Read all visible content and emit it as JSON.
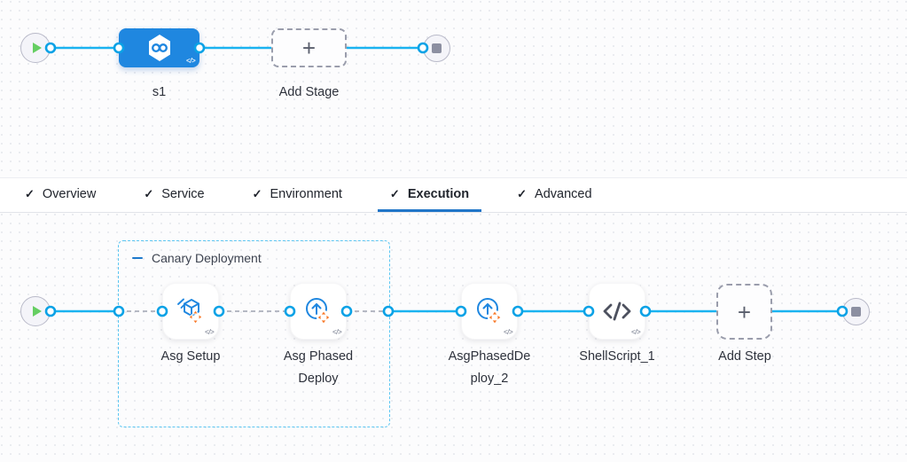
{
  "icons": {
    "check": "✓",
    "plus": "+",
    "code": "</>"
  },
  "stage_graph": {
    "stage_label": "s1",
    "add_stage_label": "Add Stage"
  },
  "tabs": [
    {
      "label": "Overview",
      "checked": true,
      "active": false
    },
    {
      "label": "Service",
      "checked": true,
      "active": false
    },
    {
      "label": "Environment",
      "checked": true,
      "active": false
    },
    {
      "label": "Execution",
      "checked": true,
      "active": true
    },
    {
      "label": "Advanced",
      "checked": true,
      "active": false
    }
  ],
  "execution": {
    "group_label": "Canary Deployment",
    "steps": [
      {
        "label": "Asg Setup"
      },
      {
        "label": "Asg Phased Deploy"
      },
      {
        "label": "AsgPhasedDeploy_2"
      },
      {
        "label": "ShellScript_1"
      }
    ],
    "add_step_label": "Add Step"
  },
  "colors": {
    "connector": "#1ab3f0",
    "port_ring": "#0aa2e6",
    "stage_blue": "#1f87e0",
    "tab_underline": "#2176c8",
    "group_dash": "#5cc6f2",
    "orange": "#f8792a",
    "green": "#65ce62"
  }
}
